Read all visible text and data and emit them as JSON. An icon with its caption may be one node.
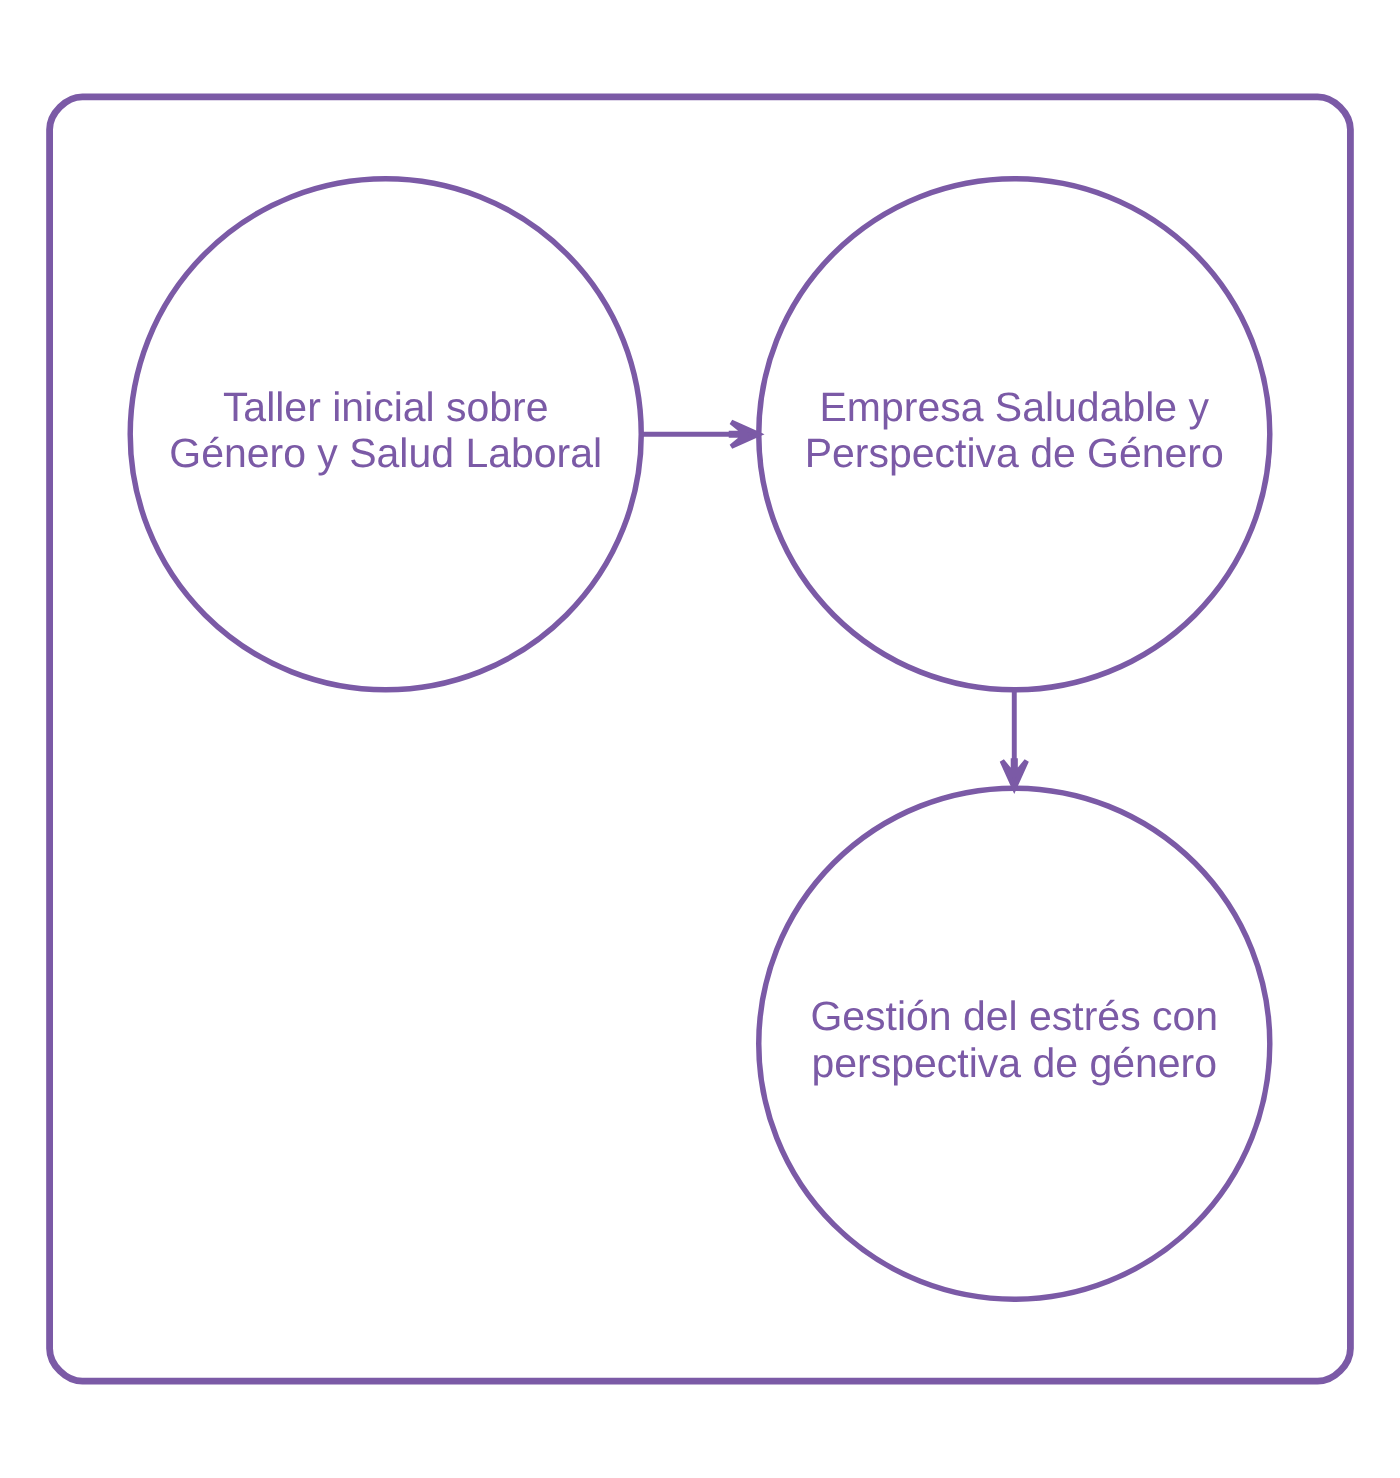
{
  "diagram": {
    "nodes": [
      {
        "text": [],
        "shape": "box"
      },
      {
        "text": [
          "Taller inicial sobre Género y Salud Laboral"
        ],
        "in": 0
      },
      {
        "text": [
          "Empresa Saludable y Perspectiva de Género"
        ],
        "in": 0
      },
      {
        "text": [
          "Gestión del estrés con perspectiva de género"
        ],
        "in": 0
      }
    ],
    "edges": [
      {
        "from": 1,
        "to": 2,
        "arrow": "to"
      },
      {
        "from": 2,
        "to": 3,
        "arrow": "to"
      }
    ]
  }
}
